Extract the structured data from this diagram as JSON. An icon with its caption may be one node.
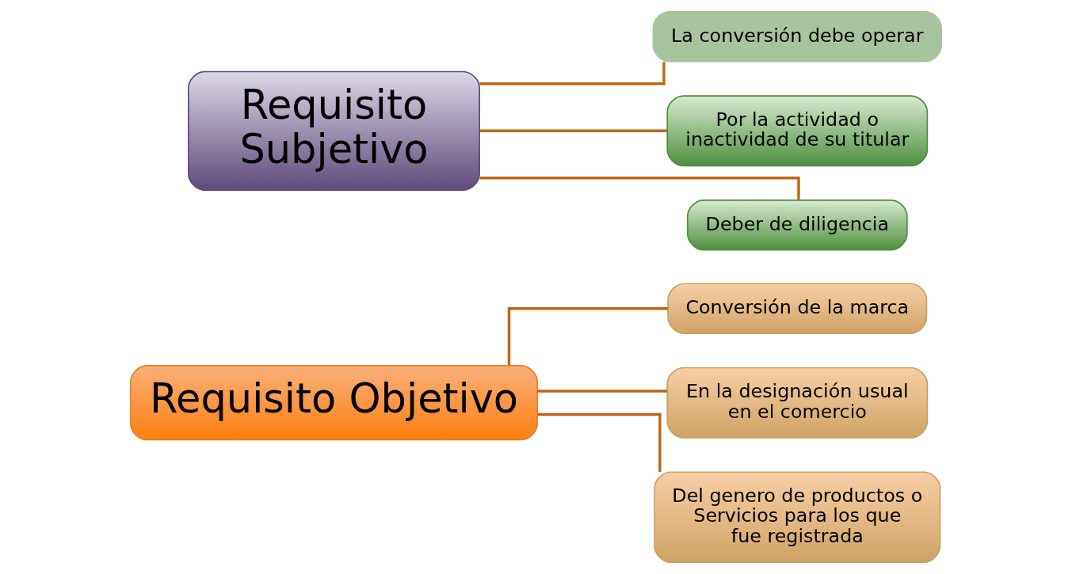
{
  "diagram": {
    "nodes": [
      {
        "text": [
          "Requisito Objetivo"
        ]
      },
      {
        "text": [
          "Conversión de la marca"
        ]
      },
      {
        "text": [
          "En la designación usual en el comercio"
        ]
      },
      {
        "text": [
          "Del genero de productos o Servicios para los que fue registrada"
        ]
      },
      {
        "text": [
          "Requisito Subjetivo"
        ]
      },
      {
        "text": [
          "La conversión debe operar"
        ]
      },
      {
        "text": [
          "Por la actividad o inactividad de su titular"
        ]
      },
      {
        "text": [
          "Deber de diligencia"
        ]
      }
    ],
    "edges": [
      {
        "from": 0,
        "to": 1,
        "arrow": "none"
      },
      {
        "from": 0,
        "to": 2,
        "arrow": "none"
      },
      {
        "from": 0,
        "to": 3,
        "arrow": "none"
      },
      {
        "from": 4,
        "to": 5,
        "arrow": "none"
      },
      {
        "from": 4,
        "to": 6,
        "arrow": "none"
      },
      {
        "from": 4,
        "to": 7,
        "arrow": "none"
      }
    ]
  }
}
